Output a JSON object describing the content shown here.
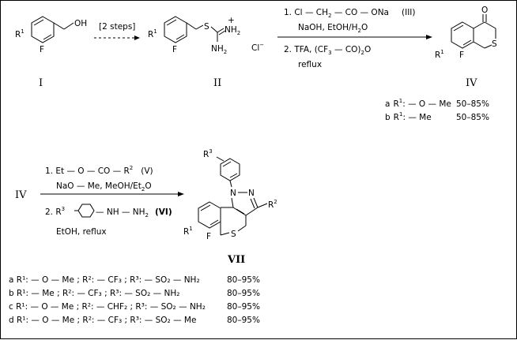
{
  "compounds": {
    "I": {
      "label": "I",
      "r1": "R",
      "r1_sup": "1",
      "f": "F",
      "oh": "OH"
    },
    "II": {
      "label": "II",
      "r1": "R",
      "r1_sup": "1",
      "f": "F",
      "s": "S",
      "nh2_top": "NH",
      "nh2_top_sub": "2",
      "plus": "+",
      "nh2_bot": "NH",
      "nh2_bot_sub": "2",
      "cl": "Cl",
      "cl_sup": "−"
    },
    "IV": {
      "label": "IV",
      "r1": "R",
      "r1_sup": "1",
      "f": "F",
      "s": "S",
      "o": "O"
    },
    "VII": {
      "label": "VII",
      "r1": "R",
      "r1_sup": "1",
      "f": "F",
      "s": "S",
      "r3": "R",
      "r3_sup": "3",
      "n1": "N",
      "n2": "N",
      "r2": "R",
      "r2_sup": "2"
    }
  },
  "step1": {
    "arrow_label": "[2 steps]"
  },
  "step2": {
    "line1_prefix": "1.  Cl — CH",
    "line1_sub": "2",
    "line1_rest": " — CO — ONa",
    "line1_tag": "(III)",
    "line2": "NaOH,   EtOH/H",
    "line2_sub": "2",
    "line2_end": "O",
    "line3_prefix": "2.  TFA,  (CF",
    "line3_sub1": "3",
    "line3_mid": " — CO)",
    "line3_sub2": "2",
    "line3_end": "O",
    "line4": "reflux"
  },
  "iv_variants": [
    {
      "letter": "a",
      "r": "R",
      "sup": "1",
      "desc": ":  — O — Me",
      "yield": "50–85%"
    },
    {
      "letter": "b",
      "r": "R",
      "sup": "1",
      "desc": ":  — Me",
      "yield": "50–85%"
    }
  ],
  "step3": {
    "start": "IV",
    "line1_prefix": "1.  Et — O — CO — R",
    "line1_sup": "2",
    "line1_tag": "(V)",
    "line2": "NaO — Me,   MeOH/Et",
    "line2_sub": "2",
    "line2_end": "O",
    "line3_num": "2.  R",
    "line3_sup": "3",
    "line3_hydrazine": "— NH — NH",
    "line3_sub": "2",
    "line3_tag": "(VI)",
    "line4": "EtOH,    reflux"
  },
  "vii_variants": [
    {
      "text": "a R¹: — O — Me ;  R²: — CF₃ ;  R³: — SO₂ — NH₂",
      "yield": "80–95%"
    },
    {
      "text": "b R¹: — Me ;  R²: — CF₃ ;  R³: — SO₂ — NH₂",
      "yield": "80–95%"
    },
    {
      "text": "c R¹: — O — Me ;  R²: — CHF₂ ;  R³: — SO₂ — NH₂",
      "yield": "80–95%"
    },
    {
      "text": "d R¹: — O — Me ;  R²: — CF₃ ;  R³: — SO₂ — Me",
      "yield": "80–95%"
    }
  ]
}
